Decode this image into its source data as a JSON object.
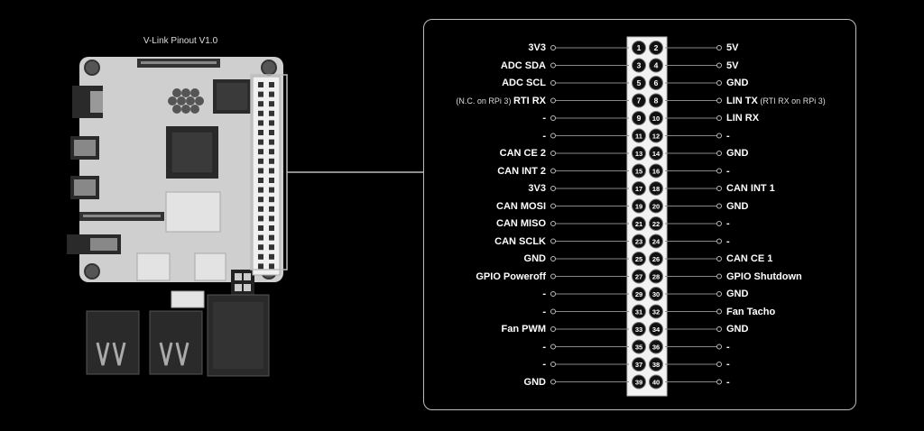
{
  "board": {
    "title": "V-Link Pinout V1.0"
  },
  "rows": [
    {
      "left_note": "",
      "left": "3V3",
      "p1": "1",
      "p2": "2",
      "right": "5V",
      "right_note": ""
    },
    {
      "left_note": "",
      "left": "ADC SDA",
      "p1": "3",
      "p2": "4",
      "right": "5V",
      "right_note": ""
    },
    {
      "left_note": "",
      "left": "ADC SCL",
      "p1": "5",
      "p2": "6",
      "right": "GND",
      "right_note": ""
    },
    {
      "left_note": "(N.C. on RPi 3)",
      "left": "RTI RX",
      "p1": "7",
      "p2": "8",
      "right": "LIN TX",
      "right_note": "(RTI RX on RPi 3)"
    },
    {
      "left_note": "",
      "left": "-",
      "p1": "9",
      "p2": "10",
      "right": "LIN RX",
      "right_note": ""
    },
    {
      "left_note": "",
      "left": "-",
      "p1": "11",
      "p2": "12",
      "right": "-",
      "right_note": ""
    },
    {
      "left_note": "",
      "left": "CAN CE 2",
      "p1": "13",
      "p2": "14",
      "right": "GND",
      "right_note": ""
    },
    {
      "left_note": "",
      "left": "CAN INT 2",
      "p1": "15",
      "p2": "16",
      "right": "-",
      "right_note": ""
    },
    {
      "left_note": "",
      "left": "3V3",
      "p1": "17",
      "p2": "18",
      "right": "CAN INT 1",
      "right_note": ""
    },
    {
      "left_note": "",
      "left": "CAN MOSI",
      "p1": "19",
      "p2": "20",
      "right": "GND",
      "right_note": ""
    },
    {
      "left_note": "",
      "left": "CAN MISO",
      "p1": "21",
      "p2": "22",
      "right": "-",
      "right_note": ""
    },
    {
      "left_note": "",
      "left": "CAN SCLK",
      "p1": "23",
      "p2": "24",
      "right": "-",
      "right_note": ""
    },
    {
      "left_note": "",
      "left": "GND",
      "p1": "25",
      "p2": "26",
      "right": "CAN CE 1",
      "right_note": ""
    },
    {
      "left_note": "",
      "left": "GPIO Poweroff",
      "p1": "27",
      "p2": "28",
      "right": "GPIO Shutdown",
      "right_note": ""
    },
    {
      "left_note": "",
      "left": "-",
      "p1": "29",
      "p2": "30",
      "right": "GND",
      "right_note": ""
    },
    {
      "left_note": "",
      "left": "-",
      "p1": "31",
      "p2": "32",
      "right": "Fan Tacho",
      "right_note": ""
    },
    {
      "left_note": "",
      "left": "Fan PWM",
      "p1": "33",
      "p2": "34",
      "right": "GND",
      "right_note": ""
    },
    {
      "left_note": "",
      "left": "-",
      "p1": "35",
      "p2": "36",
      "right": "-",
      "right_note": ""
    },
    {
      "left_note": "",
      "left": "-",
      "p1": "37",
      "p2": "38",
      "right": "-",
      "right_note": ""
    },
    {
      "left_note": "",
      "left": "GND",
      "p1": "39",
      "p2": "40",
      "right": "-",
      "right_note": ""
    }
  ],
  "colors": {
    "background": "#000000",
    "board": "#cfcfcf",
    "component": "#e8e8e8",
    "outline": "#bdbdbd",
    "text": "#ffffff"
  }
}
